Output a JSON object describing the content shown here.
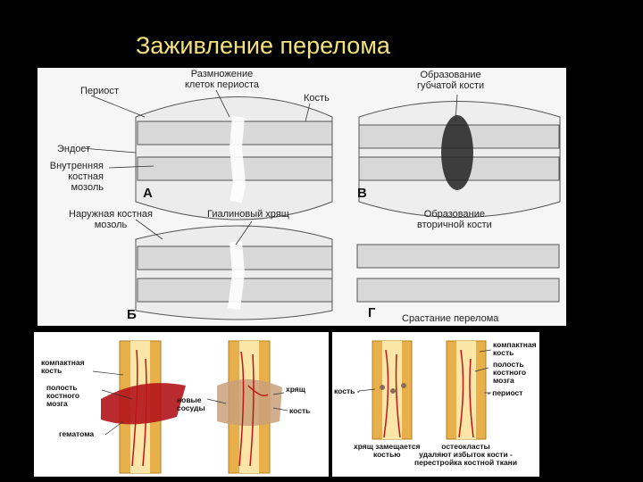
{
  "title": "Заживление перелома",
  "top_diagram": {
    "labels": {
      "periost": "Периост",
      "reproduction": "Размножение\nклеток периоста",
      "bone": "Кость",
      "endost": "Эндост",
      "inner_callus": "Внутренняя\nкостная\nмозоль",
      "spongy_formation": "Образование\nгубчатой кости",
      "outer_callus": "Наружная костная\nмозоль",
      "hyaline": "Гиалиновый хрящ",
      "secondary_formation": "Образование\nвторичной кости",
      "fusion": "Срастание перелома"
    },
    "stages": {
      "a": "А",
      "b": "Б",
      "v": "В",
      "g": "Г"
    }
  },
  "bottom_left": {
    "labels": {
      "compact": "компактная\nкость",
      "cavity": "полость\nкостного\nмозга",
      "hematoma": "гематома",
      "vessels": "новые\nсосуды",
      "cartilage": "хрящ",
      "bone": "кость"
    }
  },
  "bottom_right": {
    "labels": {
      "bone": "кость -",
      "compact": "компактная\nкость",
      "cavity": "полость\nкостного\nмозга",
      "periost": "- периост",
      "replaced": "хрящ замещается\nкостью",
      "osteoclasts": "остеокласты\nудаляют избыток кости -\nперестройка костной ткани"
    }
  },
  "colors": {
    "title": "#f3e27c",
    "bone": "#e8b04a",
    "blood": "#c0161a"
  }
}
